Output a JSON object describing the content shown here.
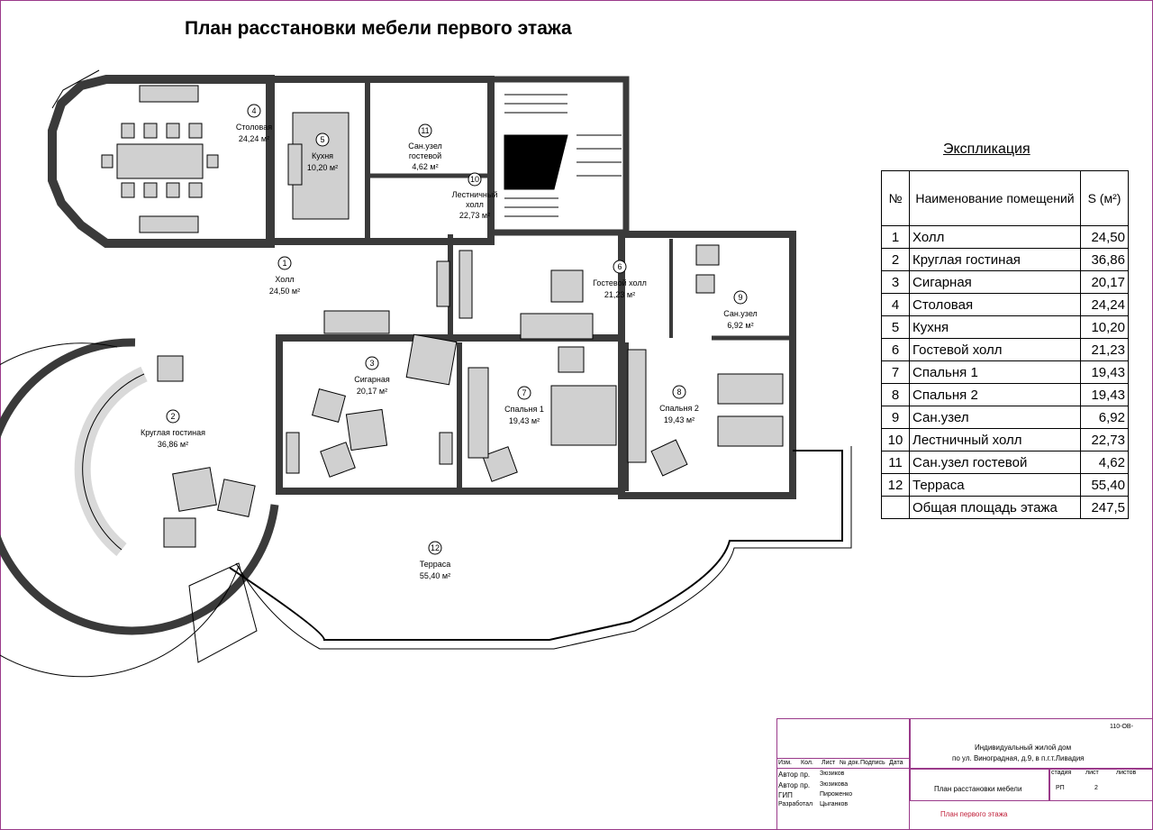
{
  "title": "План расстановки мебели первого этажа",
  "rooms": [
    {
      "num": "1",
      "name": "Холл",
      "area": "24,50 м²"
    },
    {
      "num": "2",
      "name": "Круглая гостиная",
      "area": "36,86 м²"
    },
    {
      "num": "3",
      "name": "Сигарная",
      "area": "20,17 м²"
    },
    {
      "num": "4",
      "name": "Столовая",
      "area": "24,24 м²"
    },
    {
      "num": "5",
      "name": "Кухня",
      "area": "10,20 м²"
    },
    {
      "num": "6",
      "name": "Гостевой холл",
      "area": "21,23 м²"
    },
    {
      "num": "7",
      "name": "Спальня 1",
      "area": "19,43 м²"
    },
    {
      "num": "8",
      "name": "Спальня 2",
      "area": "19,43 м²"
    },
    {
      "num": "9",
      "name": "Сан.узел",
      "area": "6,92 м²"
    },
    {
      "num": "10",
      "name": "Лестничный холл",
      "area": "22,73 м²",
      "line1": "Лестничный",
      "line2": "холл"
    },
    {
      "num": "11",
      "name": "Сан.узел гостевой",
      "area": "4,62 м²",
      "line1": "Сан.узел",
      "line2": "гостевой"
    },
    {
      "num": "12",
      "name": "Терраса",
      "area": "55,40 м²"
    }
  ],
  "explication": {
    "title": "Экспликация",
    "headers": {
      "num": "№",
      "name": "Наименование помещений",
      "area": "S (м²)"
    },
    "rows": [
      {
        "num": "1",
        "name": "Холл",
        "area": "24,50"
      },
      {
        "num": "2",
        "name": "Круглая гостиная",
        "area": "36,86"
      },
      {
        "num": "3",
        "name": "Сигарная",
        "area": "20,17"
      },
      {
        "num": "4",
        "name": "Столовая",
        "area": "24,24"
      },
      {
        "num": "5",
        "name": "Кухня",
        "area": "10,20"
      },
      {
        "num": "6",
        "name": "Гостевой холл",
        "area": "21,23"
      },
      {
        "num": "7",
        "name": "Спальня 1",
        "area": "19,43"
      },
      {
        "num": "8",
        "name": "Спальня 2",
        "area": "19,43"
      },
      {
        "num": "9",
        "name": "Сан.узел",
        "area": "6,92"
      },
      {
        "num": "10",
        "name": "Лестничный холл",
        "area": "22,73"
      },
      {
        "num": "11",
        "name": "Сан.узел гостевой",
        "area": "4,62"
      },
      {
        "num": "12",
        "name": "Терраса",
        "area": "55,40"
      }
    ],
    "total_label": "Общая площадь этажа",
    "total_value": "247,5"
  },
  "stamp": {
    "code": "110-ОВ-",
    "project_line1": "Индивидуальный жилой дом",
    "project_line2": "по ул. Виноградная, д.9, в п.г.т.Ливадия",
    "cols": [
      "Изм.",
      "Кол.",
      "Лист",
      "№ док.",
      "Подпись",
      "Дата"
    ],
    "roles": [
      {
        "role": "Автор пр.",
        "name": "Зюзиков"
      },
      {
        "role": "Автор пр.",
        "name": "Зюзикова"
      },
      {
        "role": "ГИП",
        "name": "Пироженко"
      },
      {
        "role": "Разработал",
        "name": "Цыганков"
      }
    ],
    "sheet_title": "План расстановки мебели",
    "stage_label": "стадия",
    "sheet_label": "лист",
    "sheets_label": "листов",
    "stage": "РП",
    "sheet": "2",
    "drawing_name": "План первого этажа"
  },
  "colors": {
    "wall": "#3a3a3a",
    "furniture": "#d0d0d0",
    "frame": "#9a3a8a",
    "accent_text": "#c0203a"
  }
}
